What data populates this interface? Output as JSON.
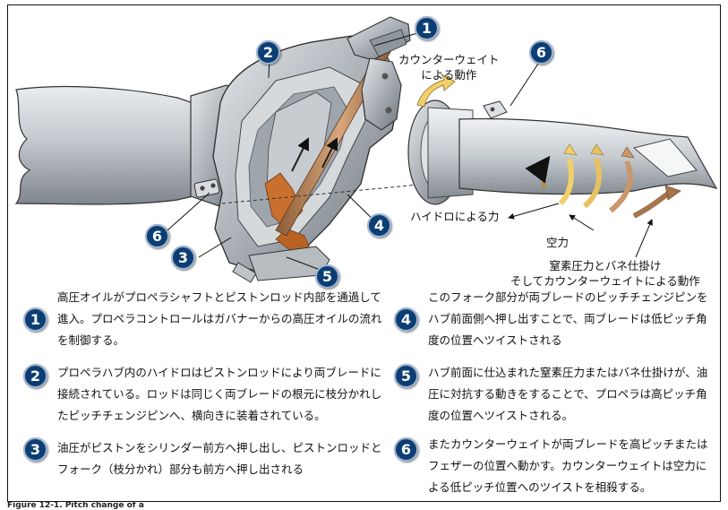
{
  "callouts": {
    "counterweight": "カウンターウェイト\nによる動作",
    "hydro": "ハイドロによる力",
    "airforce": "空力",
    "nitrogen": "窒素圧力とバネ仕掛け\nそしてカウンターウェイトによる動作"
  },
  "badges": [
    "1",
    "2",
    "3",
    "4",
    "5",
    "6"
  ],
  "notes": {
    "n1": "高圧オイルがプロペラシャフトとピストンロッド内部を通過して進入。プロペラコントロールはガバナーからの高圧オイルの流れを制御する。",
    "n2": "プロペラハブ内のハイドロはピストンロッドにより両ブレードに接続されている。ロッドは同じく両ブレードの根元に枝分かれしたピッチチェンジピンへ、横向きに装着されている。",
    "n3": "油圧がピストンをシリンダー前方へ押し出し、ピストンロッドとフォーク（枝分かれ）部分も前方へ押し出される",
    "n4": "このフォーク部分が両ブレードのピッチチェンジピンをハブ前面側へ押し出すことで、両ブレードは低ピッチ角度の位置へツイストされる",
    "n5": "ハブ前面に仕込まれた窒素圧力またはバネ仕掛けが、油圧に対抗する動きをすることで、プロペラは高ピッチ角度の位置へツイストされる。",
    "n6": "またカウンターウェイトが両ブレードを高ピッチまたはフェザーの位置へ動かす。カウンターウェイトは空力による低ピッチ位置へのツイストを相殺する。"
  },
  "caption": "Figure 12-1. Pitch change of a",
  "colors": {
    "badge": "#0c3e74",
    "arrowYellow": "#f2cf6a",
    "arrowBrown": "#b07a4e",
    "metal": "#b4bac0"
  }
}
